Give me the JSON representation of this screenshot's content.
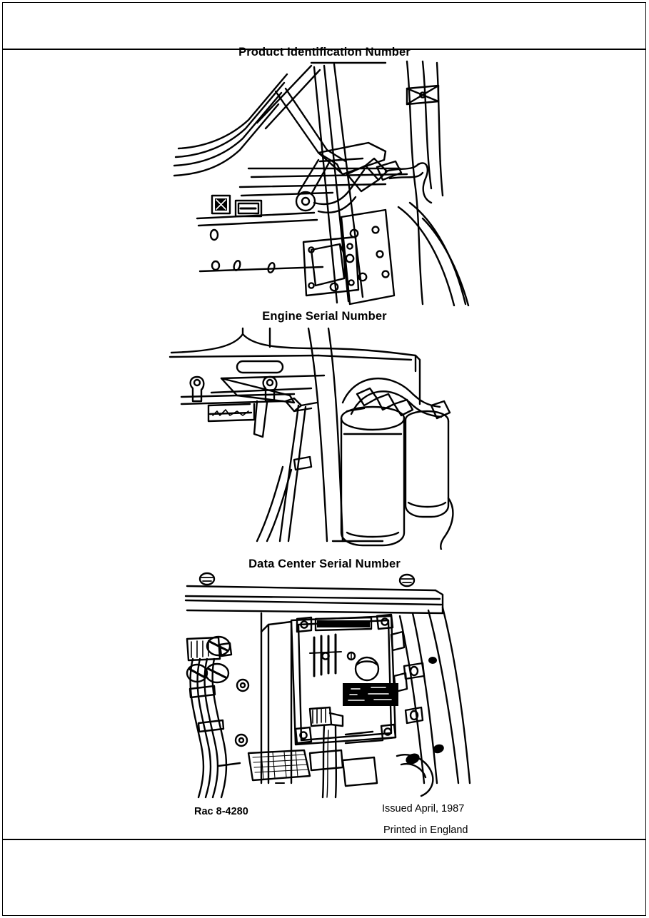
{
  "page": {
    "kind": "service-manual-page",
    "background_color": "#ffffff",
    "ink_color": "#000000"
  },
  "rules": {
    "top_label": "header-rule",
    "bottom_label": "footer-rule"
  },
  "sections": [
    {
      "id": "product-identification-number",
      "heading": "Product Identification Number",
      "figure_caption": "Line drawing of cab bulkhead showing wiper linkage, identification plate and data plate locations"
    },
    {
      "id": "engine-serial-number",
      "heading": "Engine Serial Number",
      "figure_caption": "Line drawing of engine block side with oil filter canisters, hoses and serial number stamping area"
    },
    {
      "id": "data-center-serial-number",
      "heading": "Data Center Serial Number",
      "figure_caption": "Line drawing of electronic data centre module with wiring harness, connector and serial number label"
    }
  ],
  "footer": {
    "publication_code": "Rac 8-4280",
    "issued": "Issued April, 1987",
    "printed": "Printed in England"
  }
}
